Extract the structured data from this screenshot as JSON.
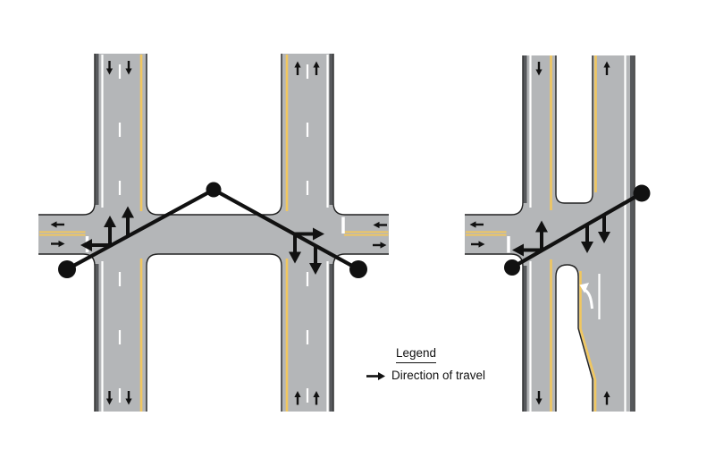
{
  "colors": {
    "road": "#b4b6b8",
    "lane-yellow": "#f1c75f",
    "marking-white": "#ffffff",
    "outline": "#222222",
    "edge-band": "#57595c",
    "ink": "#111111",
    "background": "#ffffff"
  },
  "legend": {
    "heading": "Legend",
    "items": [
      {
        "icon": "right-arrow-icon",
        "label": "Direction of travel"
      }
    ]
  },
  "diagrams": {
    "left_panel": {
      "name": "one-way-pair",
      "lane_arrows": {
        "left_street": [
          "down",
          "down"
        ],
        "right_street": [
          "up",
          "up"
        ],
        "cross_street": [
          "left",
          "right"
        ]
      },
      "travel_path_turn_arrows": {
        "left_intersection": [
          "left",
          "up",
          "up"
        ],
        "right_intersection": [
          "right",
          "down",
          "down"
        ]
      }
    },
    "right_panel": {
      "name": "divided-street-with-median",
      "lane_arrows": {
        "southbound_side": [
          "down"
        ],
        "northbound_side": [
          "up"
        ],
        "cross_street": [
          "left",
          "right"
        ],
        "median_turn_lane": "left-turn"
      },
      "travel_path_turn_arrows": {
        "intersection": [
          "left",
          "up",
          "down",
          "down"
        ]
      }
    }
  }
}
